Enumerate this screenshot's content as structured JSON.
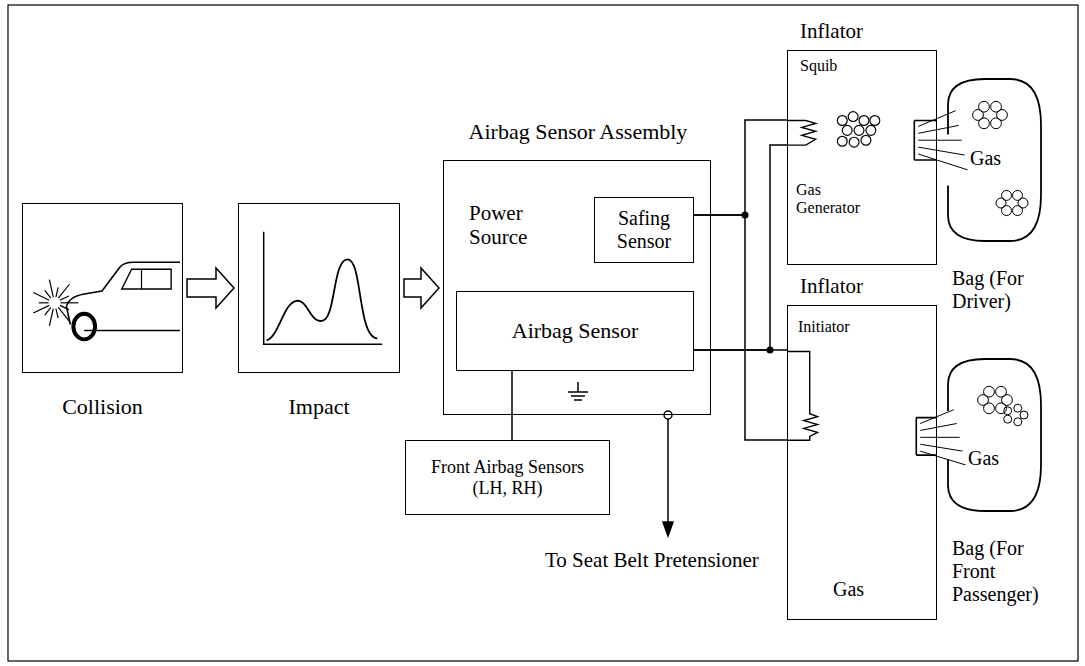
{
  "diagram": {
    "nodes": [
      {
        "text": [
          "Collision"
        ]
      },
      {
        "text": [
          "Impact"
        ]
      },
      {
        "text": [
          "Airbag Sensor Assembly",
          "Power Source"
        ]
      },
      {
        "text": [
          "Safing Sensor"
        ],
        "in": 2
      },
      {
        "text": [
          "Airbag Sensor"
        ],
        "in": 2
      },
      {
        "text": [
          "Front Airbag Sensors (LH, RH)"
        ]
      },
      {
        "text": [
          "Inflator",
          "Squib",
          "Gas Generator"
        ]
      },
      {
        "text": [
          "Gas",
          "Bag (For Driver)"
        ]
      },
      {
        "text": [
          "Inflator",
          "Initiator",
          "Gas"
        ]
      },
      {
        "text": [
          "Gas",
          "Bag (For Front Passenger)"
        ]
      }
    ],
    "edges": [
      {
        "from": 0,
        "to": 1,
        "arrow": "to"
      },
      {
        "from": 1,
        "to": 2,
        "arrow": "to"
      },
      {
        "from": 3,
        "to": 6,
        "arrow": "none"
      },
      {
        "from": 3,
        "to": 8,
        "arrow": "none"
      },
      {
        "from": 4,
        "to": 6,
        "arrow": "none"
      },
      {
        "from": 4,
        "to": 8,
        "arrow": "none"
      },
      {
        "from": 5,
        "to": 4,
        "arrow": "none"
      }
    ],
    "labels": [
      "To Seat Belt Pretensioner"
    ]
  }
}
